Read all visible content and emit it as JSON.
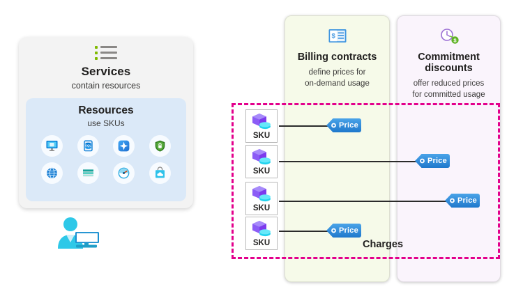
{
  "diagram": {
    "title_label": "Azure billing concepts diagram",
    "services_card": {
      "icon": "list-icon",
      "title": "Services",
      "subtitle": "contain resources",
      "resources": {
        "title": "Resources",
        "subtitle": "use SKUs",
        "service_icons": [
          {
            "name": "virtual-machine-icon",
            "label": "Virtual machine"
          },
          {
            "name": "sql-database-icon",
            "label": "SQL database"
          },
          {
            "name": "ai-sparkle-icon",
            "label": "AI service"
          },
          {
            "name": "security-shield-icon",
            "label": "Security"
          },
          {
            "name": "network-globe-icon",
            "label": "Networking"
          },
          {
            "name": "storage-table-icon",
            "label": "Storage"
          },
          {
            "name": "monitor-gauge-icon",
            "label": "Monitoring"
          },
          {
            "name": "marketplace-bag-icon",
            "label": "Marketplace"
          }
        ]
      }
    },
    "user_icon": {
      "name": "user-with-monitor-icon",
      "label": "User"
    },
    "panels": [
      {
        "id": "billing-contracts",
        "icon": "invoice-icon",
        "title": "Billing contracts",
        "subtitle_lines": [
          "define prices for",
          "on-demand usage"
        ],
        "bg_color": "#f6fae9"
      },
      {
        "id": "commitment-discounts",
        "icon": "clock-discount-icon",
        "title_lines": [
          "Commitment",
          "discounts"
        ],
        "subtitle_lines": [
          "offer reduced prices",
          "for committed usage"
        ],
        "bg_color": "#faf4fc"
      }
    ],
    "charges_region": {
      "label": "Charges",
      "border_color": "#e3008c",
      "border_style": "dashed"
    },
    "skus": [
      {
        "label": "SKU",
        "icon": "sku-cube-icon"
      },
      {
        "label": "SKU",
        "icon": "sku-cube-icon"
      },
      {
        "label": "SKU",
        "icon": "sku-cube-icon"
      },
      {
        "label": "SKU",
        "icon": "sku-cube-icon"
      }
    ],
    "price_tags": [
      {
        "label": "Price",
        "panel": "billing-contracts",
        "sku_index": 0,
        "color": "#2e8de1"
      },
      {
        "label": "Price",
        "panel": "commitment-discounts",
        "sku_index": 1,
        "color": "#2e8de1"
      },
      {
        "label": "Price",
        "panel": "commitment-discounts",
        "sku_index": 2,
        "color": "#2e8de1"
      },
      {
        "label": "Price",
        "panel": "billing-contracts",
        "sku_index": 3,
        "color": "#2e8de1"
      }
    ]
  }
}
